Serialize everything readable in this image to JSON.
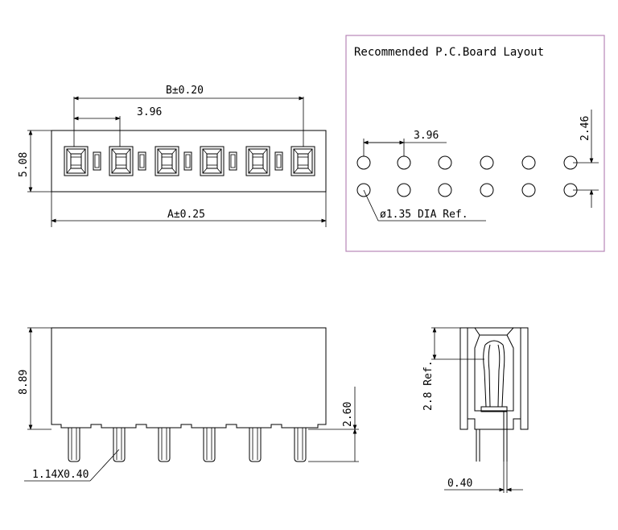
{
  "top_view": {
    "dim_b": "B±0.20",
    "dim_pitch": "3.96",
    "dim_height": "5.08",
    "dim_a": "A±0.25"
  },
  "pcb_layout": {
    "title": "Recommended  P.C.Board  Layout",
    "dim_pitch": "3.96",
    "dim_row": "2.46",
    "hole_note": "ø1.35  DIA  Ref."
  },
  "front_view": {
    "dim_height": "8.89",
    "dim_pin_length": "2.60",
    "pin_size": "1.14X0.40"
  },
  "side_view": {
    "dim_ref": "2.8  Ref.",
    "dim_thickness": "0.40"
  },
  "colors": {
    "line": "#000000",
    "layout_frame": "#b787b7"
  }
}
